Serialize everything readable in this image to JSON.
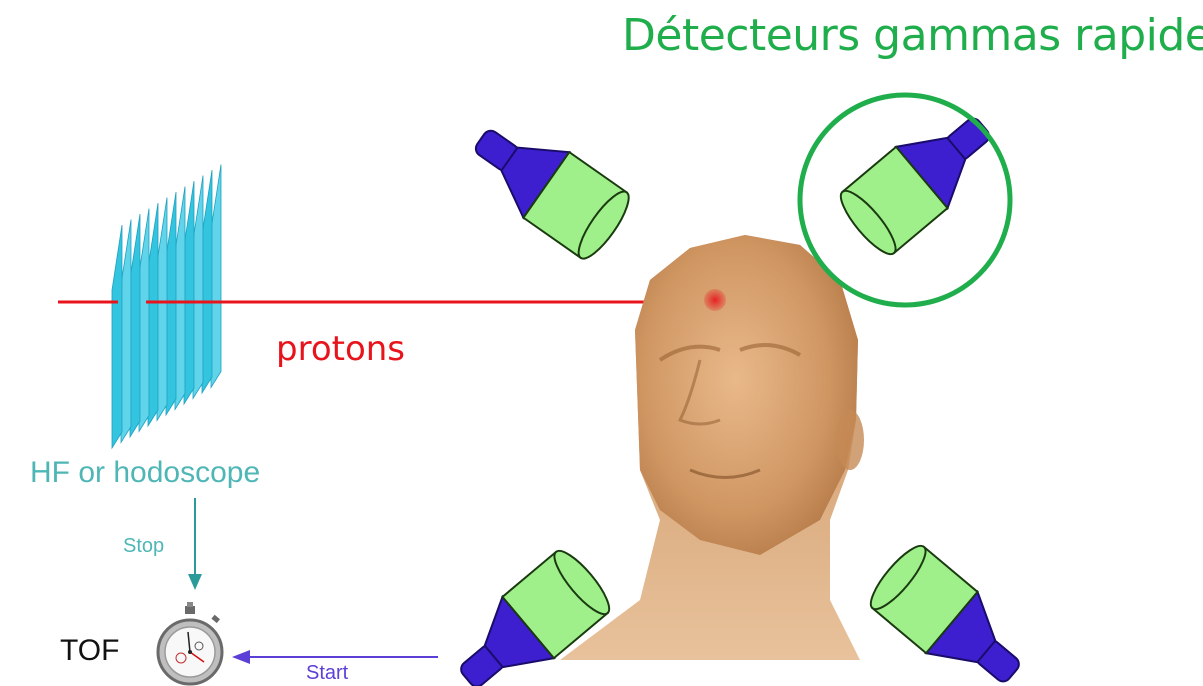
{
  "title": "Détecteurs gammas rapides",
  "beam_label": "protons",
  "hodoscope_label": "HF or hodoscope",
  "stop_label": "Stop",
  "tof_label": "TOF",
  "start_label": "Start",
  "colors": {
    "title": "#1fae4b",
    "beam": "#e8141c",
    "hodoscope": "#33c4e0",
    "hodoscope_text": "#4fb6b6",
    "start_arrow": "#5b3fd6",
    "detector_body": "#3d1fd0",
    "detector_crystal": "#9ff08a",
    "highlight_circle": "#1fae4b",
    "head_skin": "#d9a06a"
  }
}
